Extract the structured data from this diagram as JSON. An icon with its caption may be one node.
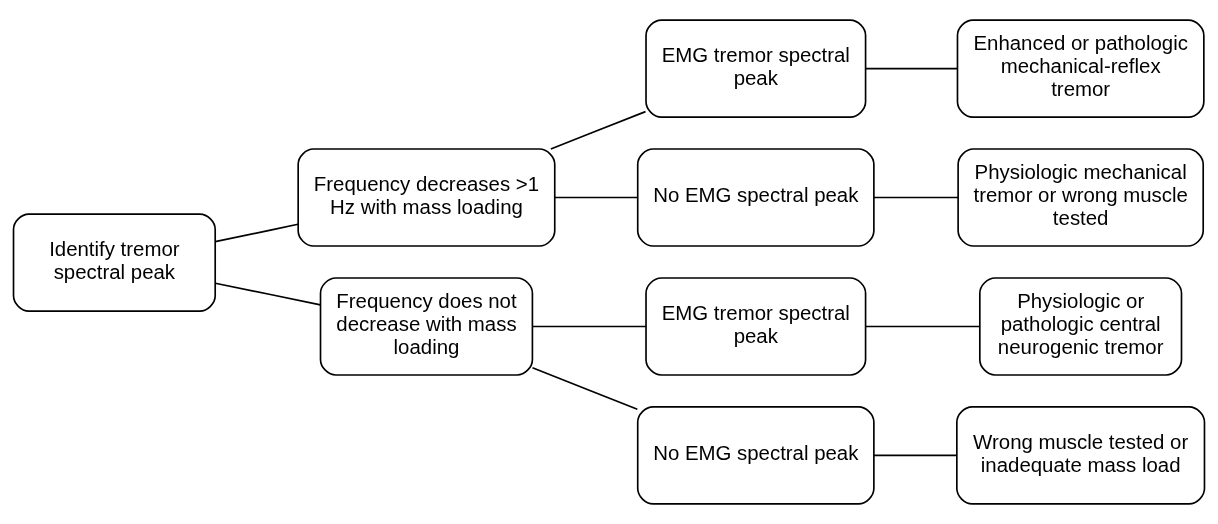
{
  "diagram": {
    "nodes": [
      {
        "text": [
          "Identify tremor spectral peak"
        ]
      },
      {
        "text": [
          "Frequency decreases >1 Hz with mass loading"
        ]
      },
      {
        "text": [
          "EMG tremor spectral peak"
        ]
      },
      {
        "text": [
          "Enhanced or pathologic mechanical-reflex tremor"
        ]
      },
      {
        "text": [
          "No EMG spectral peak"
        ]
      },
      {
        "text": [
          "Physiologic mechanical tremor or wrong muscle tested"
        ]
      },
      {
        "text": [
          "Frequency does not decrease with mass loading"
        ]
      },
      {
        "text": [
          "EMG tremor spectral peak"
        ]
      },
      {
        "text": [
          "Physiologic or pathologic central neurogenic tremor"
        ]
      },
      {
        "text": [
          "No EMG spectral peak"
        ]
      },
      {
        "text": [
          "Wrong muscle tested or inadequate mass load"
        ]
      }
    ],
    "edges": [
      {
        "from": 0,
        "to": 1,
        "arrow": "none"
      },
      {
        "from": 0,
        "to": 6,
        "arrow": "none"
      },
      {
        "from": 1,
        "to": 2,
        "arrow": "none"
      },
      {
        "from": 1,
        "to": 4,
        "arrow": "none"
      },
      {
        "from": 2,
        "to": 3,
        "arrow": "none"
      },
      {
        "from": 4,
        "to": 5,
        "arrow": "none"
      },
      {
        "from": 6,
        "to": 7,
        "arrow": "none"
      },
      {
        "from": 6,
        "to": 9,
        "arrow": "none"
      },
      {
        "from": 7,
        "to": 8,
        "arrow": "none"
      },
      {
        "from": 9,
        "to": 10,
        "arrow": "none"
      }
    ]
  }
}
